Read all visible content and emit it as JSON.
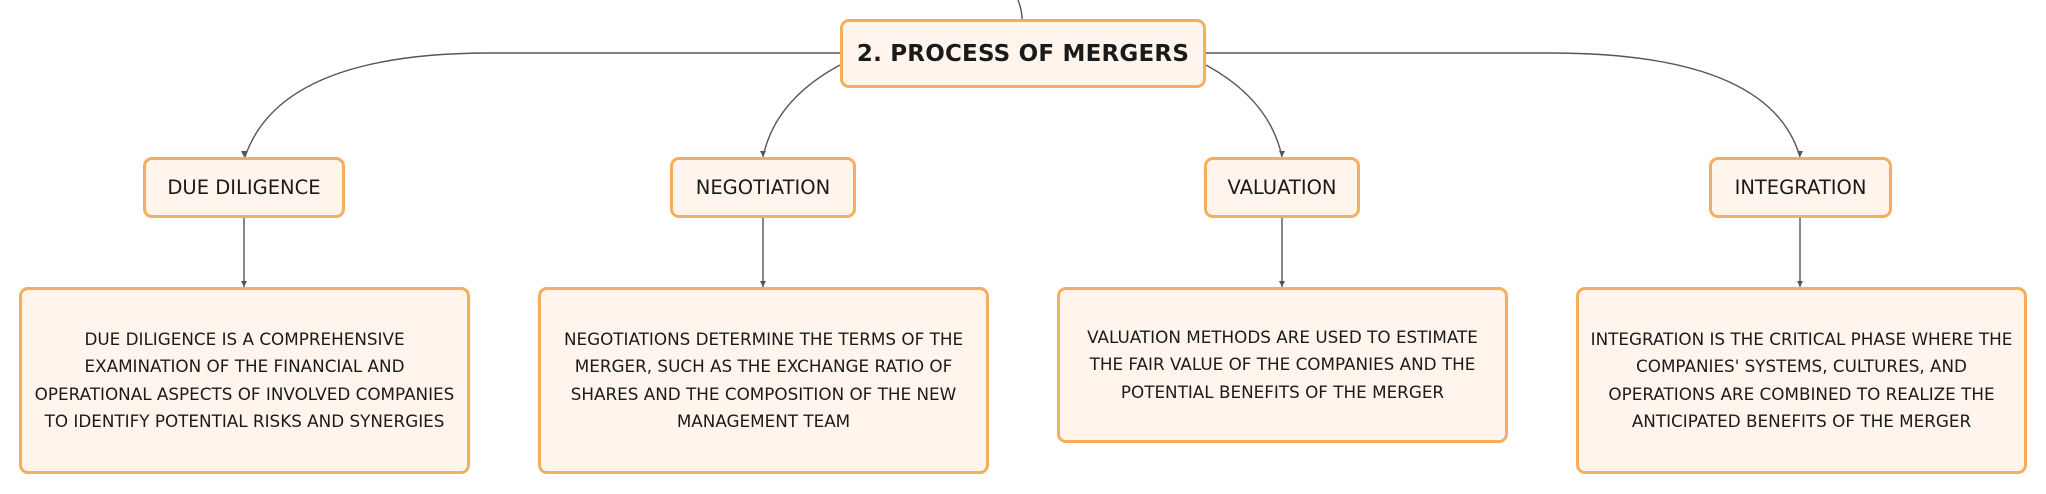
{
  "diagram": {
    "root": {
      "label": "2. PROCESS OF MERGERS"
    },
    "branches": [
      {
        "label": "DUE DILIGENCE",
        "description": "DUE DILIGENCE IS A COMPREHENSIVE EXAMINATION OF THE FINANCIAL AND OPERATIONAL ASPECTS OF INVOLVED COMPANIES TO IDENTIFY POTENTIAL RISKS AND SYNERGIES"
      },
      {
        "label": "NEGOTIATION",
        "description": "NEGOTIATIONS DETERMINE THE TERMS OF THE MERGER, SUCH AS THE EXCHANGE RATIO OF SHARES AND THE COMPOSITION OF THE NEW MANAGEMENT TEAM"
      },
      {
        "label": "VALUATION",
        "description": "VALUATION METHODS ARE USED TO ESTIMATE THE FAIR VALUE OF THE COMPANIES AND THE POTENTIAL BENEFITS OF THE MERGER"
      },
      {
        "label": "INTEGRATION",
        "description": "INTEGRATION IS THE CRITICAL PHASE WHERE THE COMPANIES' SYSTEMS, CULTURES, AND OPERATIONS ARE COMBINED TO REALIZE THE ANTICIPATED BENEFITS OF THE MERGER"
      }
    ]
  },
  "colors": {
    "node_fill": "#fff5ec",
    "node_border": "#f4ae5e",
    "connector": "#555555",
    "text": "#1a1a1a"
  }
}
